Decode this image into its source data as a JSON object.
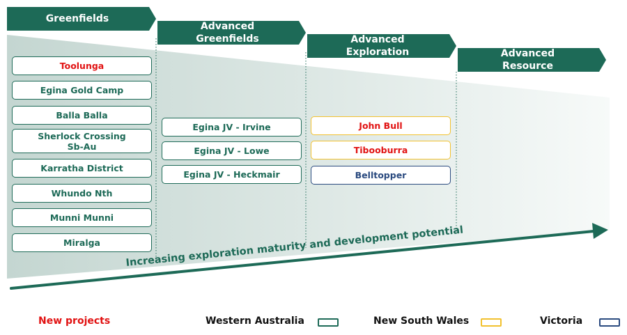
{
  "stages": [
    "Greenfields",
    "Advanced\nGreenfields",
    "Advanced\nExploration",
    "Advanced\nResource"
  ],
  "greenfields_projects": [
    "Toolunga",
    "Egina Gold Camp",
    "Balla Balla",
    "Sherlock Crossing\nSb-Au",
    "Karratha District",
    "Whundo Nth",
    "Munni Munni",
    "Miralga"
  ],
  "advanced_greenfields_projects": [
    "Egina JV - Irvine",
    "Egina JV - Lowe",
    "Egina JV - Heckmair"
  ],
  "advanced_exploration_projects": [
    "John Bull",
    "Tibooburra",
    "Belltopper"
  ],
  "axis_label": "Increasing exploration maturity and development potential",
  "legend": {
    "new_projects": "New projects",
    "western_australia": "Western Australia",
    "new_south_wales": "New South Wales",
    "victoria": "Victoria"
  },
  "colors": {
    "brand_green": "#1d6a57",
    "new_project_red": "#e11212",
    "western_australia": "#1d6a57",
    "new_south_wales": "#f2c12e",
    "victoria": "#2a4a7f"
  }
}
